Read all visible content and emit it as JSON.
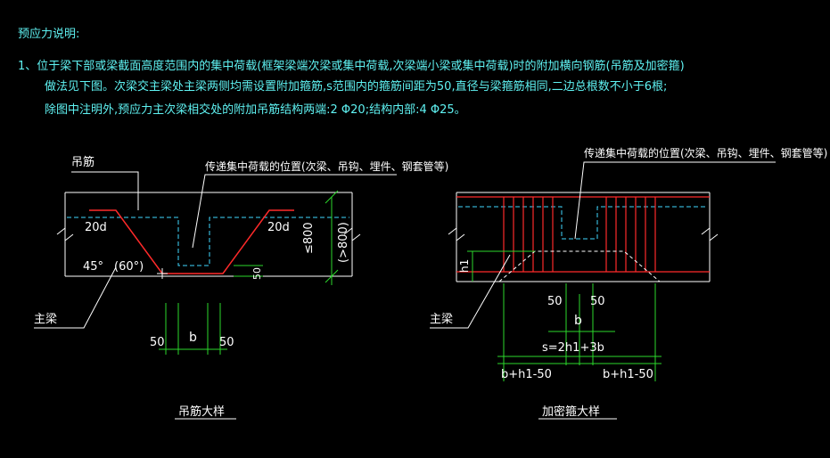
{
  "notes": {
    "title": "预应力说明:",
    "line1": "1、位于梁下部或梁截面高度范围内的集中荷载(框架梁端次梁或集中荷载,次梁端小梁或集中荷载)时的附加横向钢筋(吊筋及加密箍)",
    "line2": "做法见下图。次梁交主梁处主梁两侧均需设置附加箍筋,s范围内的箍筋间距为50,直径与梁箍筋相同,二边总根数不小于6根;",
    "line3": "除图中注明外,预应力主次梁相交处的附加吊筋结构两端:2 Φ20;结构内部:4 Φ25。"
  },
  "left_detail": {
    "label_hanger": "吊筋",
    "label_load": "传递集中荷载的位置(次梁、吊钩、埋件、钢套管等)",
    "dim_20d_left": "20d",
    "dim_20d_right": "20d",
    "angle_45": "45°",
    "angle_60": "(60°)",
    "dim_800": "≤800",
    "dim_gt800": "(>800)",
    "dim_50_small": "50",
    "label_main_beam": "主梁",
    "dim_50_left": "50",
    "dim_b": "b",
    "dim_50_right": "50",
    "caption": "吊筋大样"
  },
  "right_detail": {
    "label_load": "传递集中荷载的位置(次梁、吊钩、埋件、钢套管等)",
    "dim_h1": "h1",
    "label_main_beam": "主梁",
    "dim_50_left": "50",
    "dim_50_right": "50",
    "dim_b": "b",
    "dim_s": "s=2h1+3b",
    "dim_bh1_left": "b+h1-50",
    "dim_bh1_right": "b+h1-50",
    "caption": "加密箍大样"
  }
}
